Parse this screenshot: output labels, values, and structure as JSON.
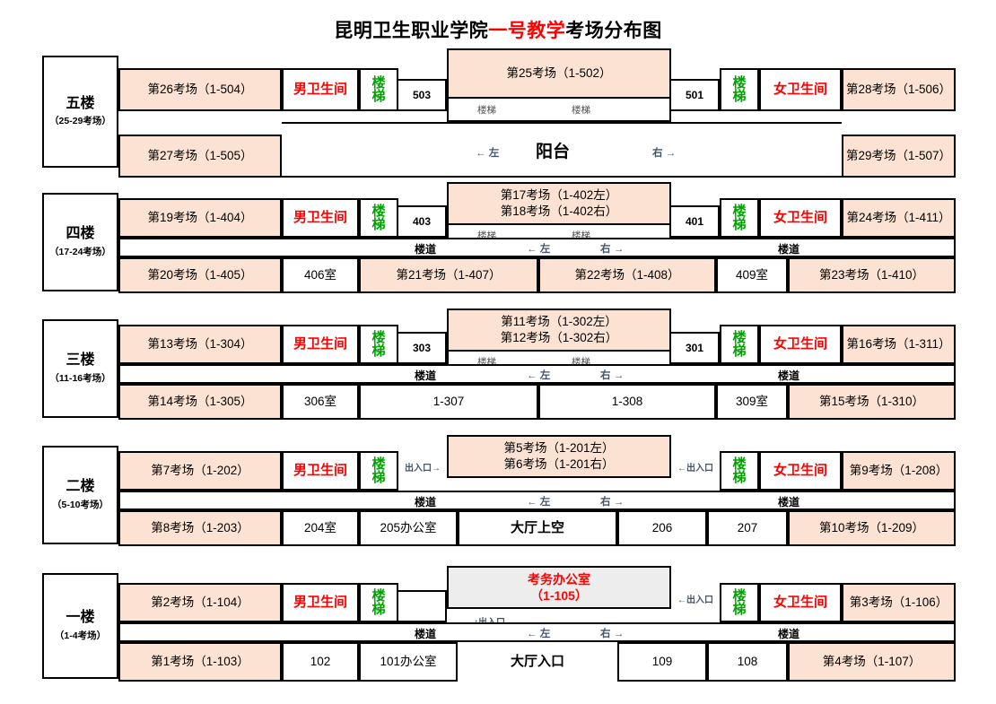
{
  "title": {
    "part1": "昆明卫生职业学院",
    "highlight": "一号教学",
    "part2": "考场分布图"
  },
  "labels": {
    "stair": "楼\n梯",
    "stair_top": "楼",
    "stair_bottom": "梯",
    "stair_small": "楼梯",
    "corridor": "楼道",
    "male_wc": "男卫生间",
    "female_wc": "女卫生间",
    "left_arrow": "← 左",
    "right_arrow": "右 →",
    "exit_right": "出入口→",
    "exit_left": "←出入口",
    "exit_up": "↑出入口",
    "balcony": "阳台",
    "hall_above": "大厅上空",
    "hall_entrance": "大厅入口"
  },
  "floors": [
    {
      "id": "floor5",
      "name": "五楼",
      "sub": "（25-29考场）",
      "left_room_top": "第26考场（1-504）",
      "left_room_bottom": "第27考场（1-505）",
      "mid_left_num": "503",
      "mid_right_num": "501",
      "center_line1": "第25考场（1-502）",
      "center_line2": "",
      "right_room_top": "第28考场（1-506）",
      "right_room_bottom": "第29考场（1-507）",
      "middle_text": "阳台",
      "has_stair_small": true,
      "has_corridor": false
    },
    {
      "id": "floor4",
      "name": "四楼",
      "sub": "（17-24考场）",
      "left_room_top": "第19考场（1-404）",
      "mid_left_num": "403",
      "mid_right_num": "401",
      "center_line1": "第17考场（1-402左）",
      "center_line2": "第18考场（1-402右）",
      "right_room_top": "第24考场（1-411）",
      "has_stair_small": true,
      "has_corridor": true,
      "bottom_cells": [
        {
          "text": "第20考场（1-405）",
          "exam": true
        },
        {
          "text": "406室",
          "exam": false
        },
        {
          "text": "第21考场（1-407）",
          "exam": true
        },
        {
          "text": "第22考场（1-408）",
          "exam": true
        },
        {
          "text": "409室",
          "exam": false
        },
        {
          "text": "第23考场（1-410）",
          "exam": true
        }
      ]
    },
    {
      "id": "floor3",
      "name": "三楼",
      "sub": "（11-16考场）",
      "left_room_top": "第13考场（1-304）",
      "mid_left_num": "303",
      "mid_right_num": "301",
      "center_line1": "第11考场（1-302左）",
      "center_line2": "第12考场（1-302右）",
      "right_room_top": "第16考场（1-311）",
      "has_stair_small": true,
      "has_corridor": true,
      "bottom_cells": [
        {
          "text": "第14考场（1-305）",
          "exam": true
        },
        {
          "text": "306室",
          "exam": false
        },
        {
          "text": "1-307",
          "exam": false
        },
        {
          "text": "1-308",
          "exam": false
        },
        {
          "text": "309室",
          "exam": false
        },
        {
          "text": "第15考场（1-310）",
          "exam": true
        }
      ]
    },
    {
      "id": "floor2",
      "name": "二楼",
      "sub": "（5-10考场）",
      "left_room_top": "第7考场（1-202）",
      "mid_left_num": "出入口→",
      "mid_right_num": "←出入口",
      "center_line1": "第5考场（1-201左）",
      "center_line2": "第6考场（1-201右）",
      "right_room_top": "第9考场（1-208）",
      "has_stair_small": false,
      "has_corridor": true,
      "bottom_cells": [
        {
          "text": "第8考场（1-203）",
          "exam": true
        },
        {
          "text": "204室",
          "exam": false
        },
        {
          "text": "205办公室",
          "exam": false
        },
        {
          "text": "大厅上空",
          "exam": false
        },
        {
          "text": "206",
          "exam": false
        },
        {
          "text": "207",
          "exam": false
        },
        {
          "text": "第10考场（1-209）",
          "exam": true
        }
      ]
    },
    {
      "id": "floor1",
      "name": "一楼",
      "sub": "（1-4考场）",
      "left_room_top": "第2考场（1-104）",
      "mid_left_num": "",
      "mid_right_num": "←出入口",
      "center_line1": "考务办公室",
      "center_line2": "（1-105）",
      "right_room_top": "第3考场（1-106）",
      "has_stair_small": false,
      "has_corridor": true,
      "bottom_cells": [
        {
          "text": "第1考场（1-103）",
          "exam": true
        },
        {
          "text": "102",
          "exam": false
        },
        {
          "text": "101办公室",
          "exam": false
        },
        {
          "text": "大厅入口",
          "exam": false
        },
        {
          "text": "109",
          "exam": false
        },
        {
          "text": "108",
          "exam": false
        },
        {
          "text": "第4考场（1-107）",
          "exam": true
        }
      ]
    }
  ],
  "colors": {
    "exam_fill": "#fbe2d2",
    "office_fill": "#ededed",
    "accent_red": "#ff0000",
    "stair_green": "#00a000",
    "direction_blue": "#44546a"
  }
}
